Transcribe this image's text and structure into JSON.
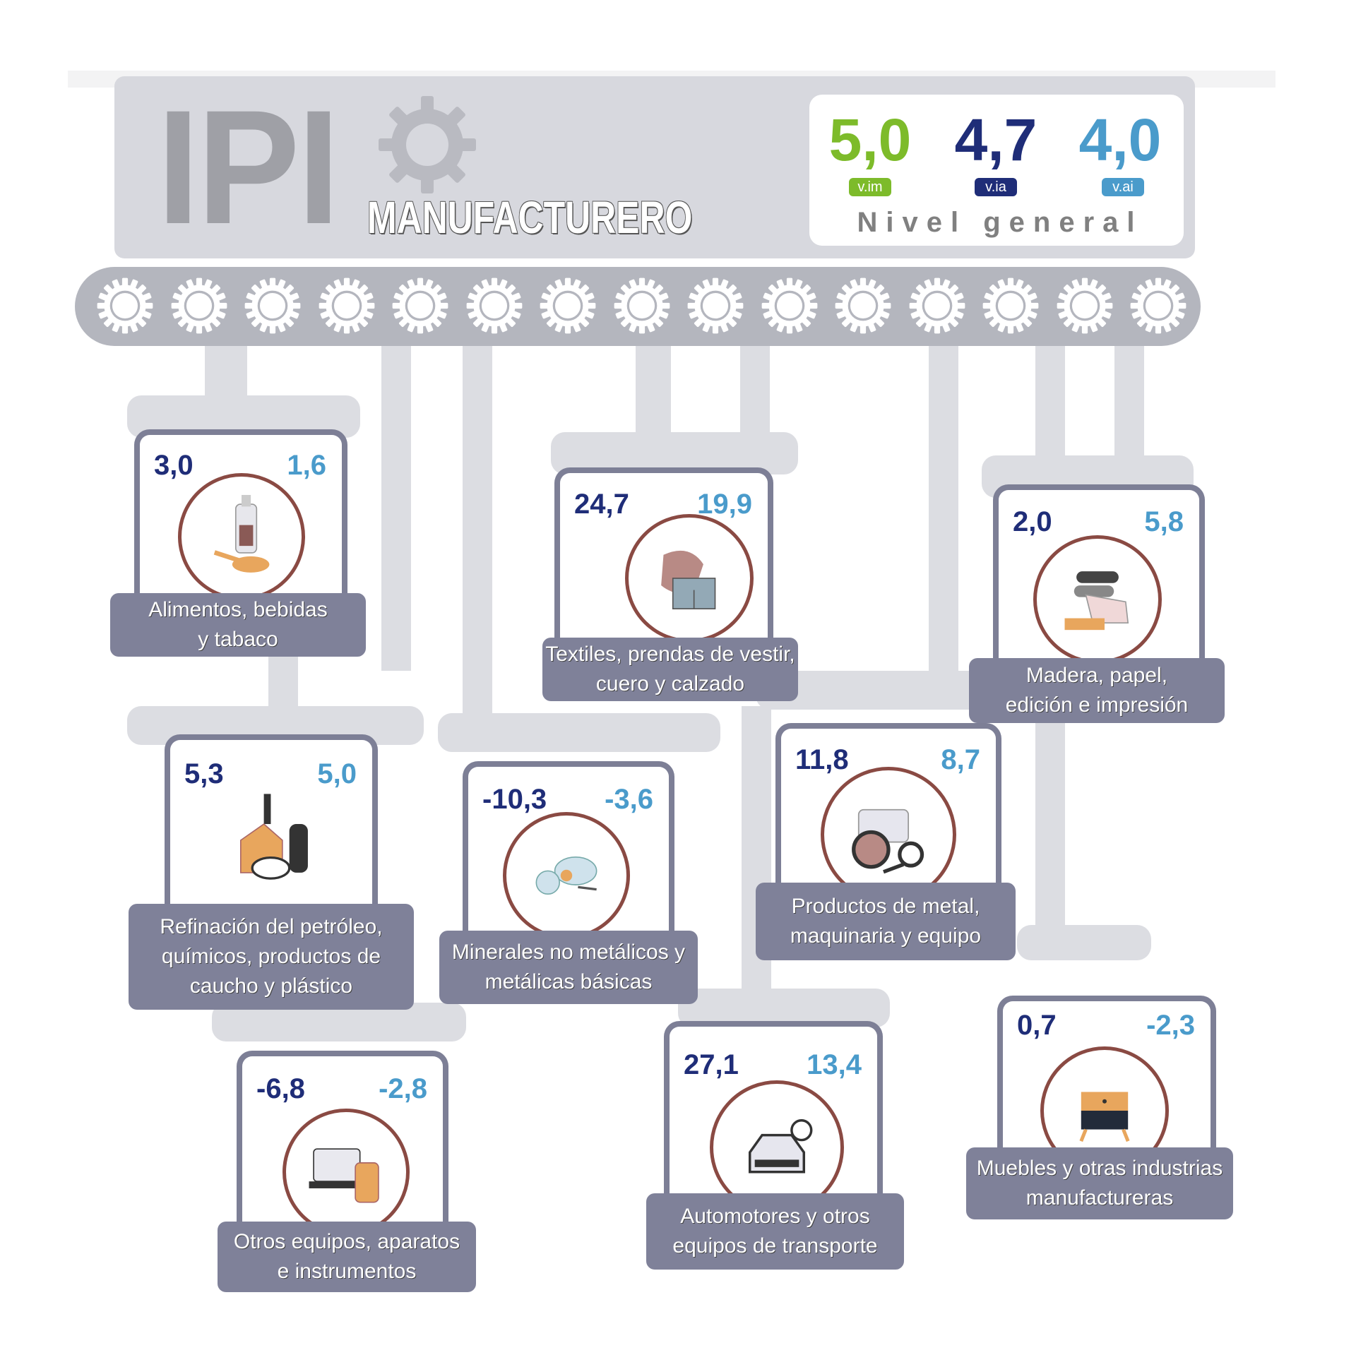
{
  "header": {
    "title": "IPI",
    "subtitle": "MANUFACTURERO"
  },
  "general": {
    "values": [
      {
        "value": "5,0",
        "tag": "v.im",
        "color": "#7dbb2a"
      },
      {
        "value": "4,7",
        "tag": "v.ia",
        "color": "#1f2d78"
      },
      {
        "value": "4,0",
        "tag": "v.ai",
        "color": "#4a9bcb"
      }
    ],
    "caption": "Nivel general"
  },
  "colors": {
    "ia": "#1f2d78",
    "ai": "#4a9bcb",
    "label_bg": "#7f8199",
    "circle_border": "#8a4a43",
    "conveyor": "#b4b6be",
    "pipe": "#dcdde2"
  },
  "sectors": [
    {
      "label": "Alimentos, bebidas\ny tabaco",
      "v_ia": "3,0",
      "v_ai": "1,6",
      "icon": "food-drink-icon"
    },
    {
      "label": "Textiles, prendas de vestir,\ncuero y calzado",
      "v_ia": "24,7",
      "v_ai": "19,9",
      "icon": "textile-icon"
    },
    {
      "label": "Madera, papel,\nedición e impresión",
      "v_ia": "2,0",
      "v_ai": "5,8",
      "icon": "paper-roll-icon"
    },
    {
      "label": "Refinación del petróleo,\nquímicos, productos de\ncaucho y plástico",
      "v_ia": "5,3",
      "v_ai": "5,0",
      "icon": "refinery-icon"
    },
    {
      "label": "Minerales no metálicos y\nmetálicas básicas",
      "v_ia": "-10,3",
      "v_ai": "-3,6",
      "icon": "cement-mixer-icon"
    },
    {
      "label": "Productos de metal,\nmaquinaria y equipo",
      "v_ia": "11,8",
      "v_ai": "8,7",
      "icon": "tractor-icon"
    },
    {
      "label": "Otros equipos, aparatos\ne instrumentos",
      "v_ia": "-6,8",
      "v_ai": "-2,8",
      "icon": "laptop-phone-icon"
    },
    {
      "label": "Automotores y otros\nequipos de transporte",
      "v_ia": "27,1",
      "v_ai": "13,4",
      "icon": "car-motorcycle-icon"
    },
    {
      "label": "Muebles y otras industrias\nmanufactureras",
      "v_ia": "0,7",
      "v_ai": "-2,3",
      "icon": "furniture-icon"
    }
  ]
}
